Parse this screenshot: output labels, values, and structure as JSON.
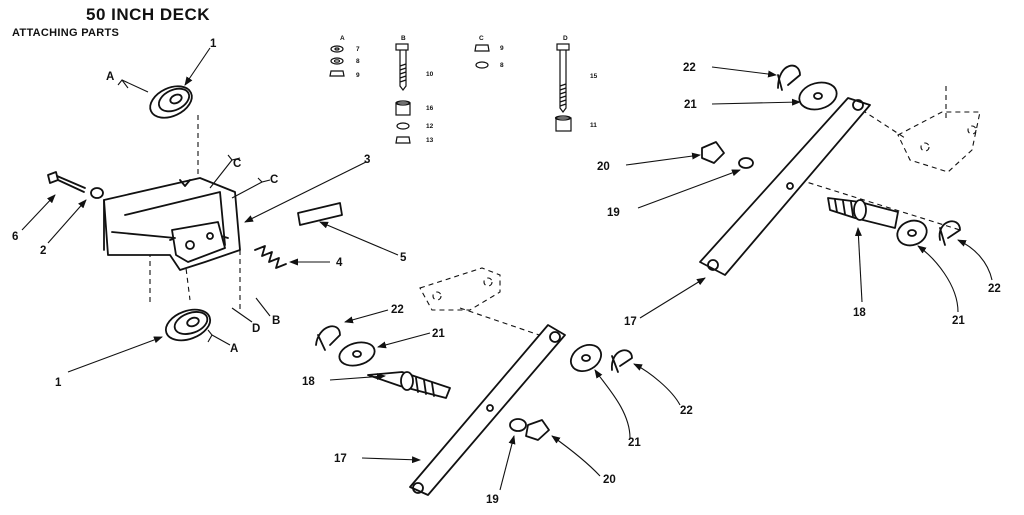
{
  "title": "50 INCH DECK",
  "subtitle": "ATTACHING PARTS",
  "hardware_groups": [
    {
      "letter": "A",
      "items": [
        "7",
        "8",
        "9"
      ]
    },
    {
      "letter": "B",
      "items": [
        "10",
        "16",
        "12",
        "13"
      ]
    },
    {
      "letter": "C",
      "items": [
        "9",
        "8"
      ]
    },
    {
      "letter": "D",
      "items": [
        "15",
        "11"
      ]
    }
  ],
  "callouts": [
    "1",
    "A",
    "C",
    "C",
    "3",
    "6",
    "2",
    "5",
    "4",
    "B",
    "D",
    "A",
    "1",
    "22",
    "21",
    "18",
    "17",
    "19",
    "21",
    "22",
    "20",
    "22",
    "21",
    "20",
    "19",
    "18",
    "21",
    "22",
    "17"
  ]
}
